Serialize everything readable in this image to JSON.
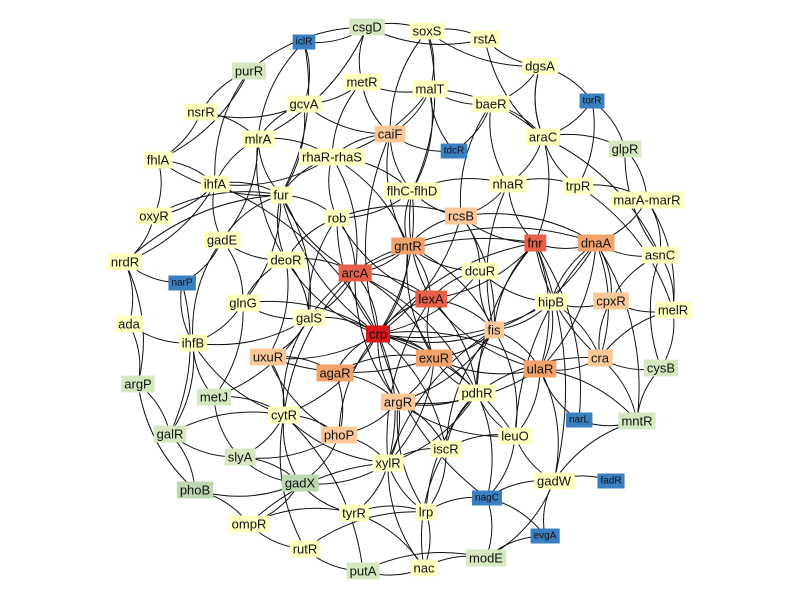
{
  "palette": {
    "red_dark": "#d7191c",
    "red": "#e8604a",
    "orange": "#f3a26c",
    "peach": "#fbc89a",
    "yellow": "#ffffbf",
    "pale_green": "#d5e8c0",
    "sage": "#bdd7b0",
    "blue": "#3a7fc0"
  },
  "nodes": [
    {
      "id": "csgD",
      "label": "csgD",
      "color": "pale_green"
    },
    {
      "id": "soxS",
      "label": "soxS",
      "color": "yellow"
    },
    {
      "id": "rstA",
      "label": "rstA",
      "color": "yellow"
    },
    {
      "id": "iclR",
      "label": "iclR",
      "color": "blue",
      "small": true
    },
    {
      "id": "purR",
      "label": "purR",
      "color": "pale_green"
    },
    {
      "id": "dgsA",
      "label": "dgsA",
      "color": "yellow"
    },
    {
      "id": "metR",
      "label": "metR",
      "color": "yellow"
    },
    {
      "id": "malT",
      "label": "malT",
      "color": "yellow"
    },
    {
      "id": "torR",
      "label": "torR",
      "color": "blue",
      "small": true
    },
    {
      "id": "nsrR",
      "label": "nsrR",
      "color": "yellow"
    },
    {
      "id": "gcvA",
      "label": "gcvA",
      "color": "yellow"
    },
    {
      "id": "baeR",
      "label": "baeR",
      "color": "yellow"
    },
    {
      "id": "caiF",
      "label": "caiF",
      "color": "peach"
    },
    {
      "id": "mlrA",
      "label": "mlrA",
      "color": "yellow"
    },
    {
      "id": "araC",
      "label": "araC",
      "color": "yellow"
    },
    {
      "id": "glpR",
      "label": "glpR",
      "color": "pale_green"
    },
    {
      "id": "tdcR",
      "label": "tdcR",
      "color": "blue",
      "small": true
    },
    {
      "id": "rhaR-rhaS",
      "label": "rhaR-rhaS",
      "color": "yellow"
    },
    {
      "id": "fhlA",
      "label": "fhlA",
      "color": "yellow"
    },
    {
      "id": "ihfA",
      "label": "ihfA",
      "color": "yellow"
    },
    {
      "id": "nhaR",
      "label": "nhaR",
      "color": "yellow"
    },
    {
      "id": "trpR",
      "label": "trpR",
      "color": "yellow"
    },
    {
      "id": "fur",
      "label": "fur",
      "color": "yellow"
    },
    {
      "id": "flhC-flhD",
      "label": "flhC-flhD",
      "color": "yellow"
    },
    {
      "id": "marA-marR",
      "label": "marA-marR",
      "color": "yellow"
    },
    {
      "id": "oxyR",
      "label": "oxyR",
      "color": "yellow"
    },
    {
      "id": "rob",
      "label": "rob",
      "color": "yellow"
    },
    {
      "id": "rcsB",
      "label": "rcsB",
      "color": "peach"
    },
    {
      "id": "gadE",
      "label": "gadE",
      "color": "yellow"
    },
    {
      "id": "fnr",
      "label": "fnr",
      "color": "red"
    },
    {
      "id": "dnaA",
      "label": "dnaA",
      "color": "orange"
    },
    {
      "id": "gntR",
      "label": "gntR",
      "color": "orange"
    },
    {
      "id": "asnC",
      "label": "asnC",
      "color": "yellow"
    },
    {
      "id": "nrdR",
      "label": "nrdR",
      "color": "yellow"
    },
    {
      "id": "deoR",
      "label": "deoR",
      "color": "yellow"
    },
    {
      "id": "arcA",
      "label": "arcA",
      "color": "red"
    },
    {
      "id": "dcuR",
      "label": "dcuR",
      "color": "yellow"
    },
    {
      "id": "narP",
      "label": "narP",
      "color": "blue",
      "small": true
    },
    {
      "id": "glnG",
      "label": "glnG",
      "color": "yellow"
    },
    {
      "id": "lexA",
      "label": "lexA",
      "color": "red"
    },
    {
      "id": "hipB",
      "label": "hipB",
      "color": "yellow"
    },
    {
      "id": "cpxR",
      "label": "cpxR",
      "color": "peach"
    },
    {
      "id": "ada",
      "label": "ada",
      "color": "yellow"
    },
    {
      "id": "galS",
      "label": "galS",
      "color": "yellow"
    },
    {
      "id": "melR",
      "label": "melR",
      "color": "yellow"
    },
    {
      "id": "crp",
      "label": "crp",
      "color": "red_dark"
    },
    {
      "id": "fis",
      "label": "fis",
      "color": "peach"
    },
    {
      "id": "ihfB",
      "label": "ihfB",
      "color": "yellow"
    },
    {
      "id": "uxuR",
      "label": "uxuR",
      "color": "peach"
    },
    {
      "id": "exuR",
      "label": "exuR",
      "color": "orange"
    },
    {
      "id": "cra",
      "label": "cra",
      "color": "peach"
    },
    {
      "id": "argP",
      "label": "argP",
      "color": "pale_green"
    },
    {
      "id": "agaR",
      "label": "agaR",
      "color": "orange"
    },
    {
      "id": "ulaR",
      "label": "ulaR",
      "color": "orange"
    },
    {
      "id": "cysB",
      "label": "cysB",
      "color": "pale_green"
    },
    {
      "id": "metJ",
      "label": "metJ",
      "color": "pale_green"
    },
    {
      "id": "pdhR",
      "label": "pdhR",
      "color": "yellow"
    },
    {
      "id": "argR",
      "label": "argR",
      "color": "peach"
    },
    {
      "id": "cytR",
      "label": "cytR",
      "color": "yellow"
    },
    {
      "id": "narL",
      "label": "narL",
      "color": "blue",
      "small": true
    },
    {
      "id": "mntR",
      "label": "mntR",
      "color": "pale_green"
    },
    {
      "id": "galR",
      "label": "galR",
      "color": "pale_green"
    },
    {
      "id": "phoP",
      "label": "phoP",
      "color": "peach"
    },
    {
      "id": "leuO",
      "label": "leuO",
      "color": "yellow"
    },
    {
      "id": "iscR",
      "label": "iscR",
      "color": "yellow"
    },
    {
      "id": "slyA",
      "label": "slyA",
      "color": "pale_green"
    },
    {
      "id": "xylR",
      "label": "xylR",
      "color": "yellow"
    },
    {
      "id": "gadX",
      "label": "gadX",
      "color": "sage"
    },
    {
      "id": "gadW",
      "label": "gadW",
      "color": "yellow"
    },
    {
      "id": "fadR",
      "label": "fadR",
      "color": "blue",
      "small": true
    },
    {
      "id": "phoB",
      "label": "phoB",
      "color": "sage"
    },
    {
      "id": "nagC",
      "label": "nagC",
      "color": "blue",
      "small": true
    },
    {
      "id": "tyrR",
      "label": "tyrR",
      "color": "yellow"
    },
    {
      "id": "lrp",
      "label": "lrp",
      "color": "yellow"
    },
    {
      "id": "ompR",
      "label": "ompR",
      "color": "yellow"
    },
    {
      "id": "evgA",
      "label": "evgA",
      "color": "blue",
      "small": true
    },
    {
      "id": "modE",
      "label": "modE",
      "color": "pale_green"
    },
    {
      "id": "rutR",
      "label": "rutR",
      "color": "yellow"
    },
    {
      "id": "putA",
      "label": "putA",
      "color": "pale_green"
    },
    {
      "id": "nac",
      "label": "nac",
      "color": "yellow"
    }
  ],
  "edges": [
    [
      "crp",
      "arcA"
    ],
    [
      "crp",
      "lexA"
    ],
    [
      "crp",
      "fis"
    ],
    [
      "crp",
      "exuR"
    ],
    [
      "crp",
      "agaR"
    ],
    [
      "crp",
      "pdhR"
    ],
    [
      "crp",
      "argR"
    ],
    [
      "crp",
      "xylR"
    ],
    [
      "crp",
      "galS"
    ],
    [
      "crp",
      "rob"
    ],
    [
      "crp",
      "gntR"
    ],
    [
      "crp",
      "fur"
    ],
    [
      "crp",
      "flhC-flhD"
    ],
    [
      "crp",
      "cytR"
    ],
    [
      "crp",
      "phoP"
    ],
    [
      "crp",
      "ulaR"
    ],
    [
      "crp",
      "dcuR"
    ],
    [
      "crp",
      "uxuR"
    ],
    [
      "crp",
      "hipB"
    ],
    [
      "crp",
      "fnr"
    ],
    [
      "crp",
      "nagC"
    ],
    [
      "crp",
      "iscR"
    ],
    [
      "crp",
      "rcsB"
    ],
    [
      "crp",
      "caiF"
    ],
    [
      "crp",
      "glnG"
    ],
    [
      "crp",
      "deoR"
    ],
    [
      "crp",
      "ihfA"
    ],
    [
      "crp",
      "leuO"
    ],
    [
      "fnr",
      "arcA"
    ],
    [
      "fnr",
      "lexA"
    ],
    [
      "fnr",
      "dnaA"
    ],
    [
      "fnr",
      "nhaR"
    ],
    [
      "fnr",
      "fis"
    ],
    [
      "fnr",
      "ulaR"
    ],
    [
      "fnr",
      "cra"
    ],
    [
      "fnr",
      "narL"
    ],
    [
      "fnr",
      "araC"
    ],
    [
      "fnr",
      "rcsB"
    ],
    [
      "fnr",
      "pdhR"
    ],
    [
      "fnr",
      "gadW"
    ],
    [
      "arcA",
      "gntR"
    ],
    [
      "arcA",
      "lexA"
    ],
    [
      "arcA",
      "rob"
    ],
    [
      "arcA",
      "galS"
    ],
    [
      "arcA",
      "deoR"
    ],
    [
      "arcA",
      "fur"
    ],
    [
      "arcA",
      "rhaR-rhaS"
    ],
    [
      "arcA",
      "exuR"
    ],
    [
      "arcA",
      "argR"
    ],
    [
      "arcA",
      "pdhR"
    ],
    [
      "arcA",
      "cytR"
    ],
    [
      "lexA",
      "fis"
    ],
    [
      "lexA",
      "exuR"
    ],
    [
      "lexA",
      "dcuR"
    ],
    [
      "lexA",
      "gntR"
    ],
    [
      "lexA",
      "rob"
    ],
    [
      "lexA",
      "ulaR"
    ],
    [
      "lexA",
      "pdhR"
    ],
    [
      "lexA",
      "xylR"
    ],
    [
      "lexA",
      "flhC-flhD"
    ],
    [
      "dnaA",
      "asnC"
    ],
    [
      "dnaA",
      "cpxR"
    ],
    [
      "dnaA",
      "hipB"
    ],
    [
      "dnaA",
      "cra"
    ],
    [
      "dnaA",
      "gntR"
    ],
    [
      "dnaA",
      "ulaR"
    ],
    [
      "dnaA",
      "rcsB"
    ],
    [
      "dnaA",
      "mntR"
    ],
    [
      "dnaA",
      "marA-marR"
    ],
    [
      "dnaA",
      "fis"
    ],
    [
      "dnaA",
      "leuO"
    ],
    [
      "gntR",
      "rcsB"
    ],
    [
      "gntR",
      "exuR"
    ],
    [
      "gntR",
      "fis"
    ],
    [
      "gntR",
      "dcuR"
    ],
    [
      "gntR",
      "flhC-flhD"
    ],
    [
      "gntR",
      "rhaR-rhaS"
    ],
    [
      "gntR",
      "caiF"
    ],
    [
      "gntR",
      "galS"
    ],
    [
      "fis",
      "exuR"
    ],
    [
      "fis",
      "pdhR"
    ],
    [
      "fis",
      "ulaR"
    ],
    [
      "fis",
      "hipB"
    ],
    [
      "fis",
      "argR"
    ],
    [
      "fis",
      "xylR"
    ],
    [
      "fis",
      "leuO"
    ],
    [
      "fis",
      "rcsB"
    ],
    [
      "fis",
      "nhaR"
    ],
    [
      "fis",
      "iscR"
    ],
    [
      "exuR",
      "uxuR"
    ],
    [
      "exuR",
      "agaR"
    ],
    [
      "exuR",
      "argR"
    ],
    [
      "exuR",
      "pdhR"
    ],
    [
      "exuR",
      "xylR"
    ],
    [
      "exuR",
      "ulaR"
    ],
    [
      "pdhR",
      "argR"
    ],
    [
      "pdhR",
      "leuO"
    ],
    [
      "pdhR",
      "xylR"
    ],
    [
      "pdhR",
      "iscR"
    ],
    [
      "pdhR",
      "nagC"
    ],
    [
      "pdhR",
      "lrp"
    ],
    [
      "pdhR",
      "cra"
    ],
    [
      "xylR",
      "phoP"
    ],
    [
      "xylR",
      "cytR"
    ],
    [
      "xylR",
      "lrp"
    ],
    [
      "xylR",
      "tyrR"
    ],
    [
      "xylR",
      "nac"
    ],
    [
      "xylR",
      "gadX"
    ],
    [
      "xylR",
      "argR"
    ],
    [
      "xylR",
      "iscR"
    ],
    [
      "xylR",
      "ompR"
    ],
    [
      "cytR",
      "phoP"
    ],
    [
      "cytR",
      "uxuR"
    ],
    [
      "cytR",
      "galS"
    ],
    [
      "cytR",
      "gadX"
    ],
    [
      "cytR",
      "slyA"
    ],
    [
      "cytR",
      "metJ"
    ],
    [
      "cytR",
      "ihfB"
    ],
    [
      "cytR",
      "rutR"
    ],
    [
      "cytR",
      "putA"
    ],
    [
      "glnG",
      "galS"
    ],
    [
      "glnG",
      "ihfB"
    ],
    [
      "glnG",
      "gadE"
    ],
    [
      "glnG",
      "deoR"
    ],
    [
      "glnG",
      "fur"
    ],
    [
      "glnG",
      "metJ"
    ],
    [
      "fur",
      "ihfA"
    ],
    [
      "fur",
      "rhaR-rhaS"
    ],
    [
      "fur",
      "gadE"
    ],
    [
      "fur",
      "mlrA"
    ],
    [
      "fur",
      "oxyR"
    ],
    [
      "fur",
      "fhlA"
    ],
    [
      "fur",
      "gcvA"
    ],
    [
      "fur",
      "rob"
    ],
    [
      "fur",
      "deoR"
    ],
    [
      "fur",
      "galS"
    ],
    [
      "fur",
      "nrdR"
    ],
    [
      "rhaR-rhaS",
      "caiF"
    ],
    [
      "rhaR-rhaS",
      "mlrA"
    ],
    [
      "rhaR-rhaS",
      "metR"
    ],
    [
      "rhaR-rhaS",
      "rob"
    ],
    [
      "rhaR-rhaS",
      "flhC-flhD"
    ],
    [
      "rhaR-rhaS",
      "malT"
    ],
    [
      "rhaR-rhaS",
      "ihfA"
    ],
    [
      "caiF",
      "tdcR"
    ],
    [
      "caiF",
      "metR"
    ],
    [
      "caiF",
      "malT"
    ],
    [
      "caiF",
      "gcvA"
    ],
    [
      "caiF",
      "flhC-flhD"
    ],
    [
      "caiF",
      "soxS"
    ],
    [
      "flhC-flhD",
      "rcsB"
    ],
    [
      "flhC-flhD",
      "rob"
    ],
    [
      "flhC-flhD",
      "soxS"
    ],
    [
      "flhC-flhD",
      "nhaR"
    ],
    [
      "flhC-flhD",
      "malT"
    ],
    [
      "araC",
      "dgsA"
    ],
    [
      "araC",
      "baeR"
    ],
    [
      "araC",
      "glpR"
    ],
    [
      "araC",
      "trpR"
    ],
    [
      "araC",
      "nhaR"
    ],
    [
      "araC",
      "malT"
    ],
    [
      "araC",
      "rstA"
    ],
    [
      "araC",
      "torR"
    ],
    [
      "araC",
      "asnC"
    ],
    [
      "glpR",
      "torR"
    ],
    [
      "glpR",
      "marA-marR"
    ],
    [
      "glpR",
      "asnC"
    ],
    [
      "marA-marR",
      "asnC"
    ],
    [
      "marA-marR",
      "trpR"
    ],
    [
      "marA-marR",
      "melR"
    ],
    [
      "asnC",
      "cpxR"
    ],
    [
      "asnC",
      "melR"
    ],
    [
      "asnC",
      "cysB"
    ],
    [
      "csgD",
      "soxS"
    ],
    [
      "csgD",
      "purR"
    ],
    [
      "csgD",
      "iclR"
    ],
    [
      "csgD",
      "metR"
    ],
    [
      "csgD",
      "mlrA"
    ],
    [
      "csgD",
      "rstA"
    ],
    [
      "soxS",
      "rstA"
    ],
    [
      "soxS",
      "dgsA"
    ],
    [
      "soxS",
      "malT"
    ],
    [
      "rstA",
      "dgsA"
    ],
    [
      "dgsA",
      "baeR"
    ],
    [
      "dgsA",
      "araC"
    ],
    [
      "baeR",
      "malT"
    ],
    [
      "baeR",
      "nhaR"
    ],
    [
      "baeR",
      "tdcR"
    ],
    [
      "baeR",
      "rcsB"
    ],
    [
      "nsrR",
      "mlrA"
    ],
    [
      "nsrR",
      "gcvA"
    ],
    [
      "nsrR",
      "fhlA"
    ],
    [
      "mlrA",
      "ihfA"
    ],
    [
      "mlrA",
      "gcvA"
    ],
    [
      "mlrA",
      "deoR"
    ],
    [
      "mlrA",
      "gadE"
    ],
    [
      "ihfA",
      "fhlA"
    ],
    [
      "ihfA",
      "oxyR"
    ],
    [
      "ihfA",
      "gadE"
    ],
    [
      "ihfA",
      "nrdR"
    ],
    [
      "oxyR",
      "fhlA"
    ],
    [
      "oxyR",
      "nrdR"
    ],
    [
      "gadE",
      "ihfB"
    ],
    [
      "gadE",
      "narP"
    ],
    [
      "gadE",
      "deoR"
    ],
    [
      "nrdR",
      "ada"
    ],
    [
      "nrdR",
      "narP"
    ],
    [
      "nrdR",
      "argP"
    ],
    [
      "ada",
      "ihfB"
    ],
    [
      "ada",
      "argP"
    ],
    [
      "narP",
      "ihfB"
    ],
    [
      "narP",
      "galR"
    ],
    [
      "ihfB",
      "metJ"
    ],
    [
      "ihfB",
      "galR"
    ],
    [
      "ihfB",
      "galS"
    ],
    [
      "argP",
      "galR"
    ],
    [
      "argP",
      "phoB"
    ],
    [
      "galR",
      "phoB"
    ],
    [
      "galR",
      "slyA"
    ],
    [
      "galR",
      "cytR"
    ],
    [
      "phoB",
      "gadX"
    ],
    [
      "phoB",
      "ompR"
    ],
    [
      "gadX",
      "tyrR"
    ],
    [
      "gadX",
      "ompR"
    ],
    [
      "gadX",
      "phoP"
    ],
    [
      "gadX",
      "slyA"
    ],
    [
      "ompR",
      "rutR"
    ],
    [
      "ompR",
      "tyrR"
    ],
    [
      "rutR",
      "putA"
    ],
    [
      "rutR",
      "lrp"
    ],
    [
      "putA",
      "nac"
    ],
    [
      "putA",
      "modE"
    ],
    [
      "nac",
      "lrp"
    ],
    [
      "nac",
      "modE"
    ],
    [
      "nac",
      "tyrR"
    ],
    [
      "nac",
      "iscR"
    ],
    [
      "lrp",
      "tyrR"
    ],
    [
      "lrp",
      "nagC"
    ],
    [
      "lrp",
      "iscR"
    ],
    [
      "lrp",
      "argR"
    ],
    [
      "modE",
      "gadW"
    ],
    [
      "modE",
      "evgA"
    ],
    [
      "modE",
      "nagC"
    ],
    [
      "evgA",
      "gadW"
    ],
    [
      "evgA",
      "nagC"
    ],
    [
      "gadW",
      "fadR"
    ],
    [
      "gadW",
      "nagC"
    ],
    [
      "gadW",
      "leuO"
    ],
    [
      "gadW",
      "ulaR"
    ],
    [
      "gadW",
      "mntR"
    ],
    [
      "nagC",
      "leuO"
    ],
    [
      "mntR",
      "narL"
    ],
    [
      "mntR",
      "cra"
    ],
    [
      "mntR",
      "cysB"
    ],
    [
      "mntR",
      "ulaR"
    ],
    [
      "cysB",
      "cra"
    ],
    [
      "cysB",
      "melR"
    ],
    [
      "melR",
      "cpxR"
    ],
    [
      "melR",
      "cra"
    ],
    [
      "cra",
      "ulaR"
    ],
    [
      "cra",
      "hipB"
    ],
    [
      "cra",
      "cpxR"
    ],
    [
      "ulaR",
      "narL"
    ],
    [
      "ulaR",
      "leuO"
    ],
    [
      "ulaR",
      "hipB"
    ],
    [
      "ulaR",
      "argR"
    ],
    [
      "hipB",
      "cpxR"
    ],
    [
      "hipB",
      "dcuR"
    ],
    [
      "leuO",
      "iscR"
    ],
    [
      "leuO",
      "argR"
    ],
    [
      "iscR",
      "argR"
    ],
    [
      "argR",
      "phoP"
    ],
    [
      "argR",
      "agaR"
    ],
    [
      "phoP",
      "uxuR"
    ],
    [
      "phoP",
      "agaR"
    ],
    [
      "phoP",
      "slyA"
    ],
    [
      "uxuR",
      "galS"
    ],
    [
      "uxuR",
      "agaR"
    ],
    [
      "uxuR",
      "deoR"
    ],
    [
      "galS",
      "rob"
    ],
    [
      "galS",
      "deoR"
    ],
    [
      "galS",
      "metJ"
    ],
    [
      "rob",
      "deoR"
    ],
    [
      "rob",
      "rcsB"
    ],
    [
      "rcsB",
      "nhaR"
    ],
    [
      "rcsB",
      "dcuR"
    ],
    [
      "dcuR",
      "fis"
    ],
    [
      "nhaR",
      "trpR"
    ],
    [
      "metR",
      "malT"
    ],
    [
      "metR",
      "gcvA"
    ],
    [
      "malT",
      "tdcR"
    ],
    [
      "iclR",
      "gcvA"
    ],
    [
      "iclR",
      "mlrA"
    ],
    [
      "iclR",
      "fur"
    ],
    [
      "purR",
      "nsrR"
    ],
    [
      "purR",
      "fhlA"
    ],
    [
      "purR",
      "ihfA"
    ],
    [
      "torR",
      "trpR"
    ],
    [
      "torR",
      "dgsA"
    ],
    [
      "trpR",
      "melR"
    ],
    [
      "metJ",
      "slyA"
    ],
    [
      "slyA",
      "gadX"
    ]
  ]
}
